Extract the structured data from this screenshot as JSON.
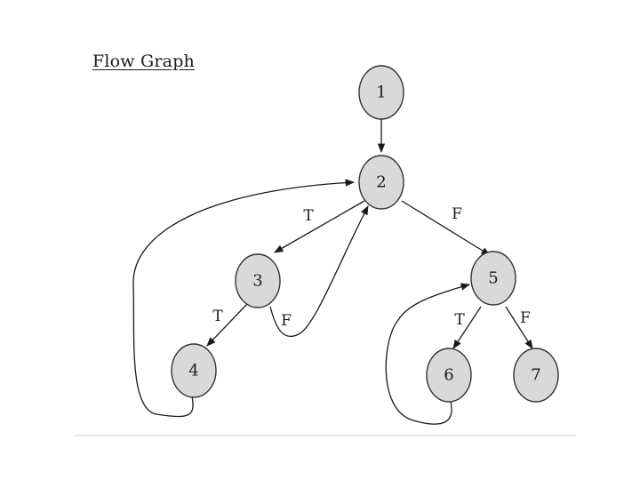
{
  "title": "Flow Graph",
  "nodes": [
    {
      "id": "1",
      "label": "1"
    },
    {
      "id": "2",
      "label": "2"
    },
    {
      "id": "3",
      "label": "3"
    },
    {
      "id": "4",
      "label": "4"
    },
    {
      "id": "5",
      "label": "5"
    },
    {
      "id": "6",
      "label": "6"
    },
    {
      "id": "7",
      "label": "7"
    }
  ],
  "edges": [
    {
      "from": "1",
      "to": "2",
      "label": ""
    },
    {
      "from": "2",
      "to": "3",
      "label": "T"
    },
    {
      "from": "2",
      "to": "5",
      "label": "F"
    },
    {
      "from": "3",
      "to": "4",
      "label": "T"
    },
    {
      "from": "3",
      "to": "2",
      "label": "F"
    },
    {
      "from": "4",
      "to": "2",
      "label": ""
    },
    {
      "from": "5",
      "to": "6",
      "label": "T"
    },
    {
      "from": "5",
      "to": "7",
      "label": "F"
    },
    {
      "from": "6",
      "to": "5",
      "label": ""
    }
  ]
}
